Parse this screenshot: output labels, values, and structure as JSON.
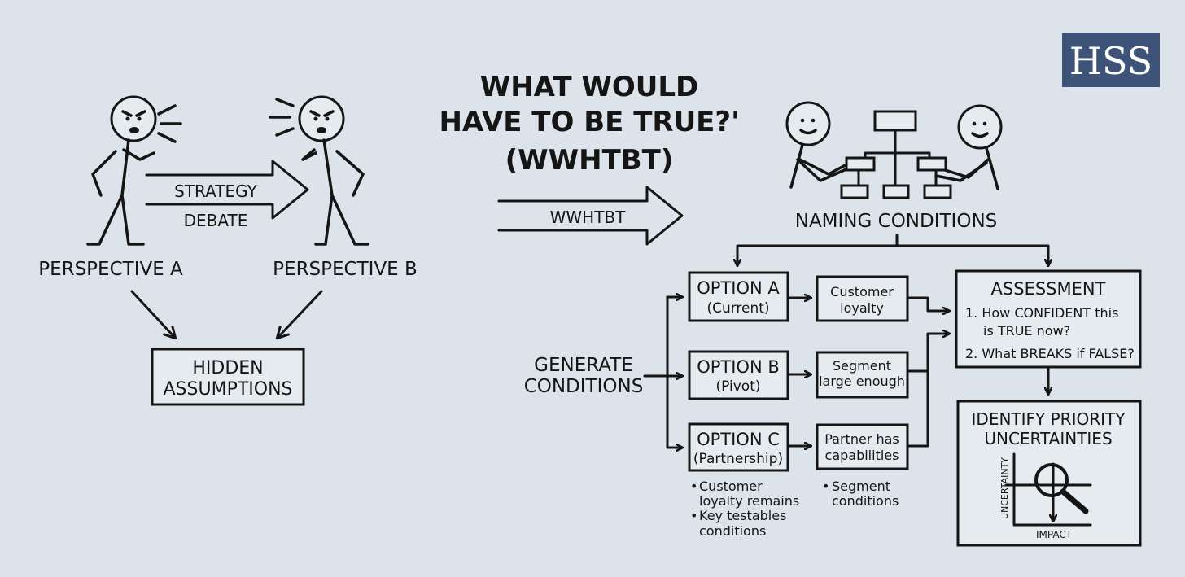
{
  "title": {
    "line1": "WHAT WOULD",
    "line2": "HAVE TO BE TRUE?'",
    "line3": "(WWHTBT)"
  },
  "logo": {
    "text": "HSS",
    "bg_color": "#3d5378"
  },
  "left": {
    "arrow_line1": "STRATEGY",
    "arrow_line2": "DEBATE",
    "perspective_a": "PERSPECTIVE A",
    "perspective_b": "PERSPECTIVE B",
    "hidden_line1": "HIDDEN",
    "hidden_line2": "ASSUMPTIONS"
  },
  "middle_arrow": "WWHTBT",
  "right": {
    "naming_conditions": "NAMING CONDITIONS",
    "generate_line1": "GENERATE",
    "generate_line2": "CONDITIONS",
    "options": [
      {
        "name": "OPTION A",
        "sub": "(Current)",
        "condition_line1": "Customer",
        "condition_line2": "loyalty"
      },
      {
        "name": "OPTION B",
        "sub": "(Pivot)",
        "condition_line1": "Segment",
        "condition_line2": "large enough"
      },
      {
        "name": "OPTION C",
        "sub": "(Partnership)",
        "condition_line1": "Partner has",
        "condition_line2": "capabilities"
      }
    ],
    "notes_left": {
      "bullet1_line1": "Customer",
      "bullet1_line2": "loyalty remains",
      "bullet2_line1": "Key testables",
      "bullet2_line2": "conditions"
    },
    "notes_right": {
      "bullet1_line1": "Segment",
      "bullet1_line2": "conditions"
    },
    "assessment": {
      "title": "ASSESSMENT",
      "q1_line1": "1. How CONFIDENT this",
      "q1_line2": "is TRUE now?",
      "q2": "2. What BREAKS if FALSE?"
    },
    "priority": {
      "title_line1": "IDENTIFY PRIORITY",
      "title_line2": "UNCERTAINTIES",
      "y_axis": "UNCERTAINTY",
      "x_axis": "IMPACT"
    }
  }
}
